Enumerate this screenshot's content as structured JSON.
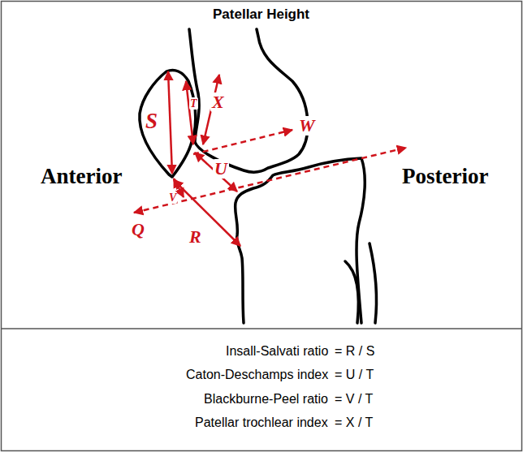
{
  "diagram": {
    "title": "Patellar Height",
    "labels": [
      "S",
      "T",
      "X",
      "W",
      "Anterior",
      "Posterior",
      "V",
      "U",
      "Q",
      "R",
      "Insall-Salvati ratio",
      "= R / S",
      "Caton-Deschamps index",
      "= U / T",
      "Blackburne-Peel ratio",
      "= V / T",
      "Patellar trochlear index",
      "= X / T"
    ]
  }
}
